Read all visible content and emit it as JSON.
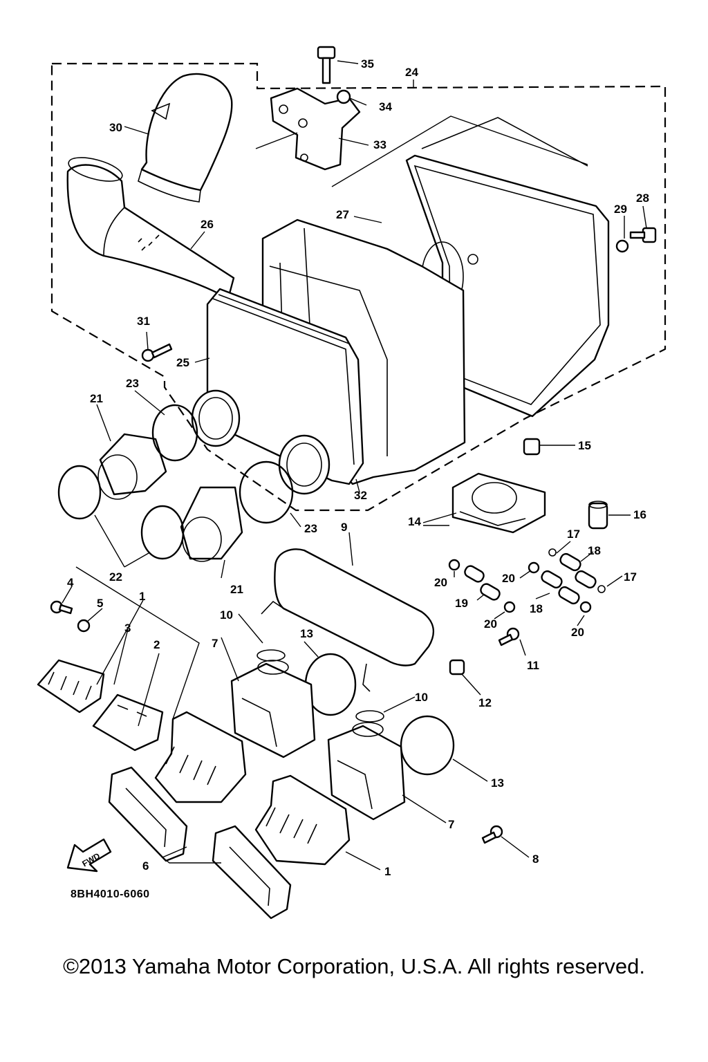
{
  "diagram": {
    "code": "8BH4010-6060",
    "fwd_label": "FWD",
    "callouts": [
      "35",
      "24",
      "34",
      "30",
      "33",
      "27",
      "29",
      "28",
      "26",
      "31",
      "25",
      "23",
      "21",
      "15",
      "14",
      "16",
      "32",
      "23",
      "9",
      "17",
      "18",
      "20",
      "20",
      "17",
      "22",
      "21",
      "4",
      "5",
      "1",
      "10",
      "13",
      "19",
      "20",
      "18",
      "20",
      "11",
      "3",
      "2",
      "7",
      "12",
      "10",
      "13",
      "7",
      "8",
      "6",
      "1"
    ]
  },
  "footer": {
    "copyright": "©2013 Yamaha Motor Corporation, U.S.A. All rights reserved."
  }
}
